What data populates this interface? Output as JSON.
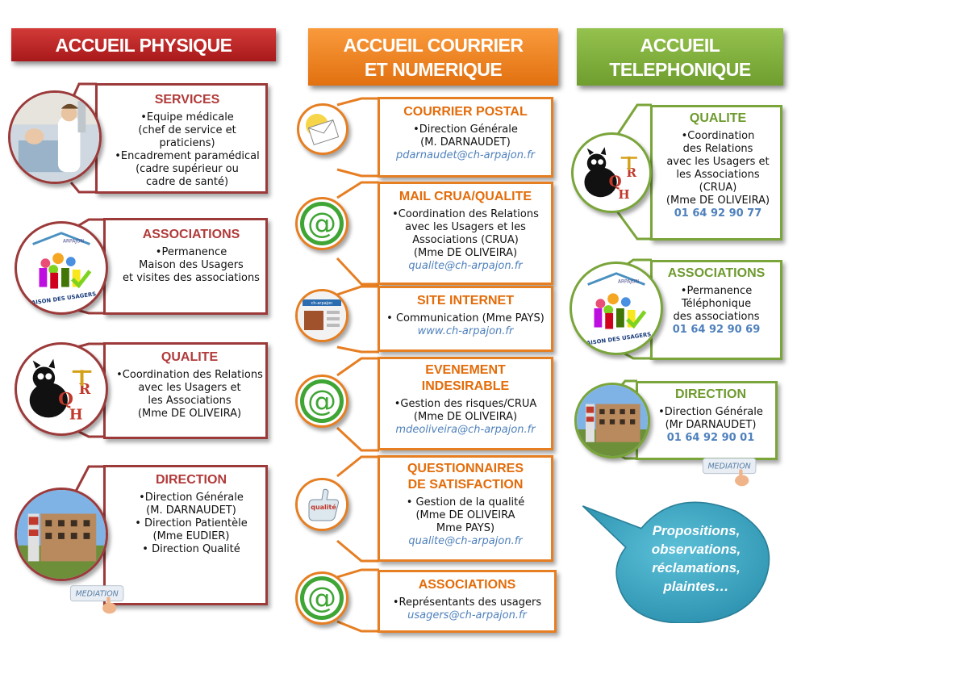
{
  "headers": {
    "physique": "ACCUEIL PHYSIQUE",
    "courrier_l1": "ACCUEIL COURRIER",
    "courrier_l2": "ET NUMERIQUE",
    "tel_l1": "ACCUEIL",
    "tel_l2": "TELEPHONIQUE"
  },
  "physique": {
    "services": {
      "title": "SERVICES",
      "lines": [
        "•Equipe médicale",
        "(chef de service et praticiens)",
        "•Encadrement paramédical",
        "(cadre supérieur ou",
        "cadre de santé)"
      ]
    },
    "associations": {
      "title": "ASSOCIATIONS",
      "lines": [
        "•Permanence",
        "Maison des Usagers",
        "et visites des associations"
      ]
    },
    "qualite": {
      "title": "QUALITE",
      "lines": [
        "•Coordination des Relations",
        "avec les Usagers et",
        "les Associations",
        "(Mme DE OLIVEIRA)"
      ]
    },
    "direction": {
      "title": "DIRECTION",
      "lines": [
        "•Direction Générale",
        "(M. DARNAUDET)",
        "• Direction Patientèle",
        "(Mme EUDIER)",
        "• Direction Qualité"
      ]
    }
  },
  "courrier": {
    "postal": {
      "title": "COURRIER POSTAL",
      "lines": [
        "•Direction Générale",
        "(M. DARNAUDET)"
      ],
      "email": "pdarnaudet@ch-arpajon.fr"
    },
    "mail": {
      "title": "MAIL CRUA/QUALITE",
      "lines": [
        "•Coordination des Relations",
        "avec les Usagers et les",
        "Associations (CRUA)",
        "(Mme DE OLIVEIRA)"
      ],
      "email": "qualite@ch-arpajon.fr"
    },
    "site": {
      "title": "SITE INTERNET",
      "lines": [
        "• Communication (Mme PAYS)"
      ],
      "email": "www.ch-arpajon.fr"
    },
    "evenement": {
      "title_l1": "EVENEMENT",
      "title_l2": "INDESIRABLE",
      "lines": [
        "•Gestion des risques/CRUA",
        "(Mme DE OLIVEIRA)"
      ],
      "email": "mdeoliveira@ch-arpajon.fr"
    },
    "questionnaires": {
      "title_l1": "QUESTIONNAIRES",
      "title_l2": "DE SATISFACTION",
      "lines": [
        "• Gestion de la qualité",
        "(Mme DE OLIVEIRA",
        "Mme PAYS)"
      ],
      "email": "qualite@ch-arpajon.fr"
    },
    "associations": {
      "title": "ASSOCIATIONS",
      "lines": [
        "•Représentants des usagers"
      ],
      "email": "usagers@ch-arpajon.fr"
    }
  },
  "telephone": {
    "qualite": {
      "title": "QUALITE",
      "lines": [
        "•Coordination",
        "des Relations",
        "avec les Usagers et",
        "les Associations",
        "(CRUA)",
        "(Mme DE OLIVEIRA)"
      ],
      "phone": "01 64 92 90 77"
    },
    "associations": {
      "title": "ASSOCIATIONS",
      "lines": [
        "•Permanence",
        "Téléphonique",
        "des associations"
      ],
      "phone": "01 64 92 90 69"
    },
    "direction": {
      "title": "DIRECTION",
      "lines": [
        "•Direction Générale",
        "(Mr DARNAUDET)"
      ],
      "phone": "01 64 92 90 01"
    }
  },
  "bubble": {
    "lines": [
      "Propositions,",
      "observations,",
      "réclamations,",
      "plaintes…"
    ]
  },
  "icons": {
    "maison_label": "MAISON DES USAGERS",
    "arpajon_label": "ARPAJON",
    "mediation_label": "MEDIATION",
    "qrh_letters": [
      "Q",
      "R",
      "H"
    ],
    "at_symbol": "@",
    "qualite_word": "qualité",
    "site_banner": "ch-arpajon"
  },
  "colors": {
    "red": "#9c3a3a",
    "orange": "#e67e22",
    "green": "#7aa53a",
    "link_blue": "#4f81bd",
    "bubble": "#4bacc6"
  }
}
